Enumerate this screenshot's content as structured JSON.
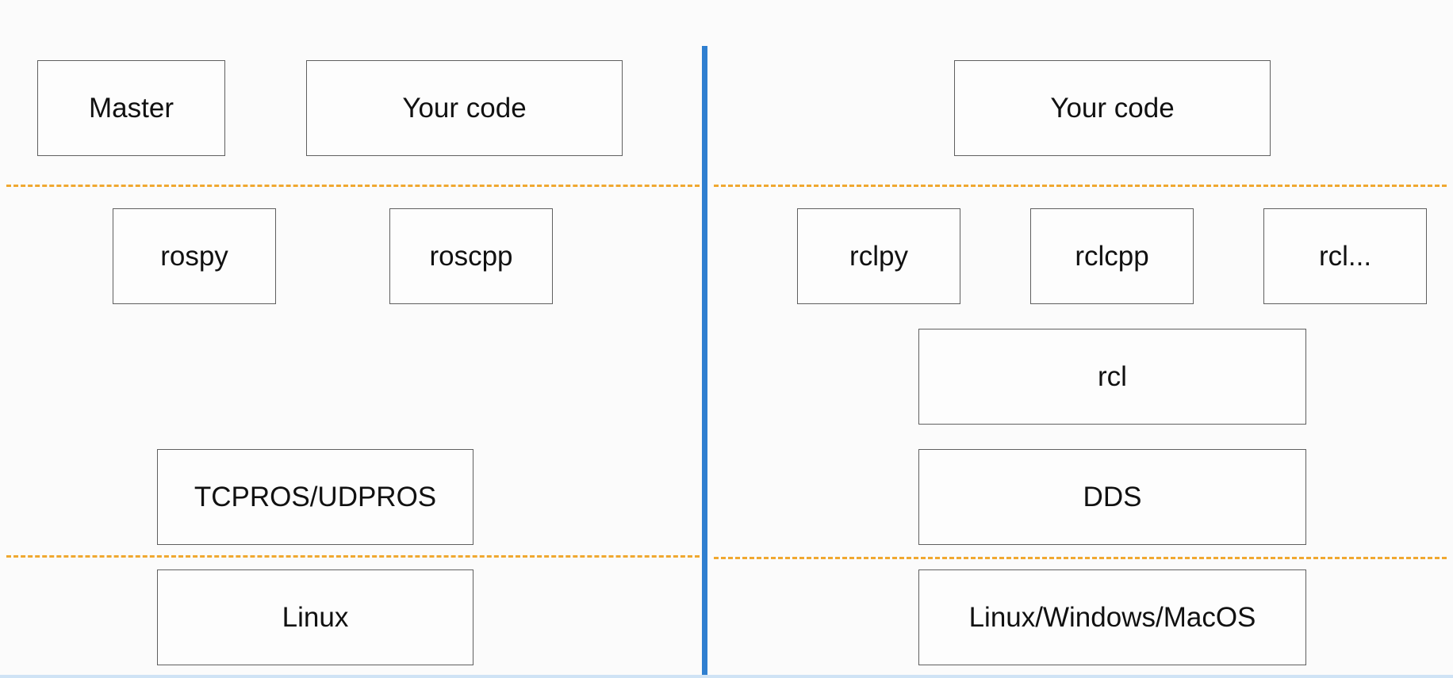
{
  "colors": {
    "divider": "#2f7fd0",
    "layer_separator": "#f0a830",
    "box_border": "#5f5f5f"
  },
  "left": {
    "master": "Master",
    "your_code": "Your code",
    "rospy": "rospy",
    "roscpp": "roscpp",
    "transport": "TCPROS/UDPROS",
    "os": "Linux"
  },
  "right": {
    "your_code": "Your code",
    "rclpy": "rclpy",
    "rclcpp": "rclcpp",
    "rcl_other": "rcl...",
    "rcl": "rcl",
    "dds": "DDS",
    "os": "Linux/Windows/MacOS"
  }
}
